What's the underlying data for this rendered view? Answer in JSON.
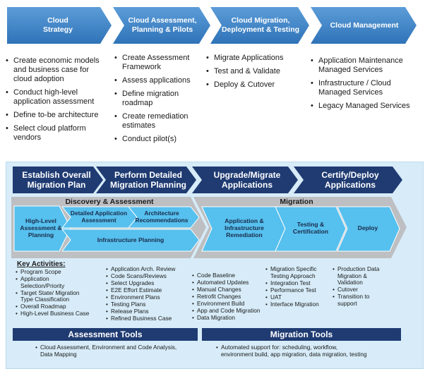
{
  "top_phases": [
    {
      "label": "Cloud\nStrategy"
    },
    {
      "label": "Cloud Assessment,\nPlanning & Pilots"
    },
    {
      "label": "Cloud Migration,\nDeployment & Testing"
    },
    {
      "label": "Cloud Management"
    }
  ],
  "top_bullets": [
    [
      "Create economic models\nand business case for\ncloud adoption",
      "Conduct high-level\napplication assessment",
      "Define to-be architecture",
      "Select cloud platform\nvendors"
    ],
    [
      "Create Assessment\nFramework",
      "Assess applications",
      "Define migration\nroadmap",
      "Create remediation\nestimates",
      "Conduct pilot(s)"
    ],
    [
      "Migrate Applications",
      "Test and & Validate",
      "Deploy & Cutover"
    ],
    [
      "Application Maintenance\nManaged Services",
      "Infrastructure / Cloud\nManaged Services",
      "Legacy Managed Services"
    ]
  ],
  "bottom_phases": [
    {
      "label": "Establish Overall\nMigration Plan"
    },
    {
      "label": "Perform Detailed\nMigration Planning"
    },
    {
      "label": "Upgrade/Migrate\nApplications"
    },
    {
      "label": "Certify/Deploy\nApplications"
    }
  ],
  "discovery": {
    "title": "Discovery & Assessment",
    "high_level": "High-Level\nAssessment &\nPlanning",
    "detailed": "Detailed Application\nAssessment",
    "architecture": "Architecture\nRecommendations",
    "infrastructure": "Infrastructure Planning"
  },
  "migration": {
    "title": "Migration",
    "remediation": "Application &\nInfrastructure\nRemediation",
    "testing": "Testing &\nCertification",
    "deploy": "Deploy"
  },
  "key_activities": {
    "title": "Key Activities:",
    "columns": [
      [
        "Program Scope",
        "Application\nSelection/Priority",
        "Target State/ Migration\nType Classification",
        "Overall Roadmap",
        "High-Level Business Case"
      ],
      [
        "Application Arch. Review",
        "Code Scans/Reviews",
        "Select Upgrades",
        "E2E Effort Estimate",
        "Environment Plans",
        "Testing Plans",
        "Release Plans",
        "Refined Business Case"
      ],
      [
        "Code Baseline",
        "Automated Updates",
        "Manual Changes",
        "Retrofit Changes",
        "Environment Build",
        "App and Code Migration",
        "Data Migration"
      ],
      [
        "Migration Specific\nTesting Approach",
        "Integration Test",
        "Performance Test",
        "UAT",
        "Interface Migration"
      ],
      [
        "Production Data\nMigration &\nValidation",
        "Cutover",
        "Transition to\nsupport"
      ]
    ]
  },
  "tools": {
    "assessment_title": "Assessment Tools",
    "assessment_item": "Cloud Assessment, Environment and Code Analysis,\nData Mapping",
    "migration_title": "Migration Tools",
    "migration_item": "Automated support for: scheduling, workflow,\nenvironment build, app migration, data migration, testing"
  },
  "colors": {
    "top_chevron": "#3f86c8",
    "bottom_chevron": "#1f3b72",
    "panel": "#d7ecf8",
    "light_blue": "#56c0ee",
    "gray": "#bdbfc2"
  }
}
